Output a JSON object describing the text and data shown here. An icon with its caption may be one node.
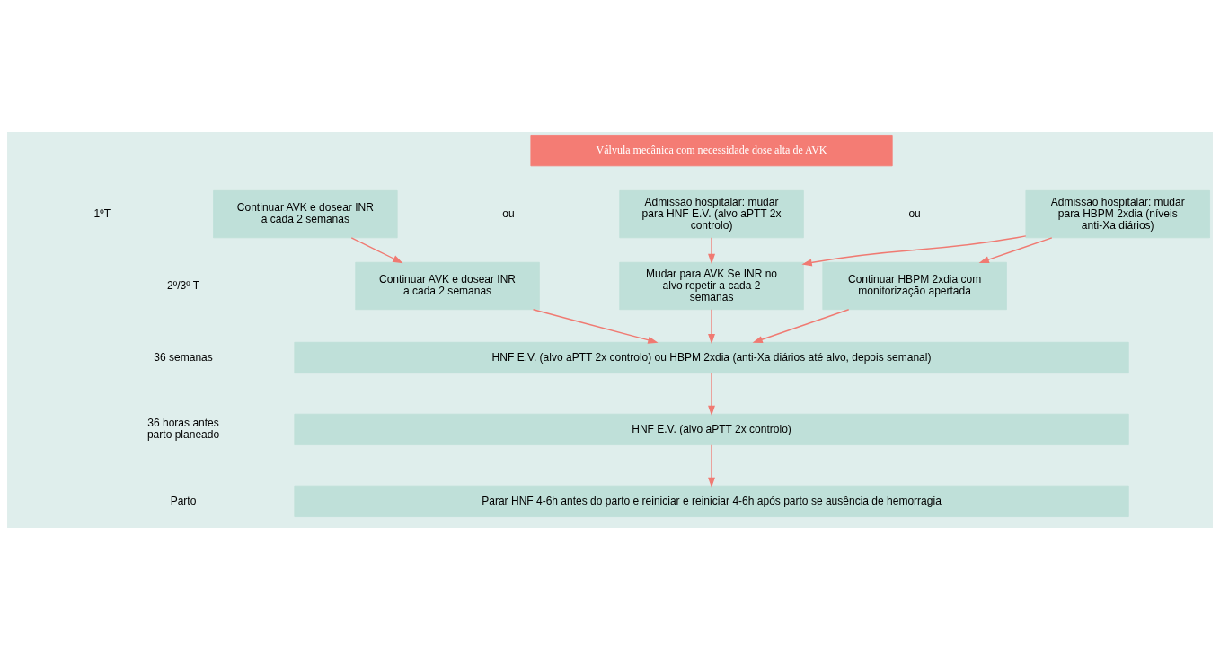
{
  "diagram": {
    "nodes": [
      {
        "text": [
          "Válvula mecânica com necessidade dose alta de AVK"
        ]
      },
      {
        "text": [
          "Continuar AVK e dosear INR a cada 2 semanas"
        ]
      },
      {
        "text": [
          "Admissão hospitalar: mudar para HNF E.V. (alvo aPTT 2x controlo)"
        ]
      },
      {
        "text": [
          "Admissão hospitalar: mudar para HBPM 2xdia (níveis anti-Xa diários)"
        ]
      },
      {
        "text": [
          "Continuar AVK e dosear INR a cada 2 semanas"
        ]
      },
      {
        "text": [
          "Mudar para AVK Se INR no alvo repetir a cada 2 semanas"
        ]
      },
      {
        "text": [
          "Continuar HBPM 2xdia com monitorização apertada"
        ]
      },
      {
        "text": [
          "HNF E.V. (alvo aPTT 2x controlo) ou HBPM 2xdia (anti-Xa diários até alvo, depois semanal)"
        ]
      },
      {
        "text": [
          "HNF E.V. (alvo aPTT 2x controlo)"
        ]
      },
      {
        "text": [
          "Parar HNF 4-6h antes do parto e reiniciar e reiniciar 4-6h após parto se ausência de hemorragia"
        ]
      }
    ],
    "edges": [
      {
        "from": 1,
        "to": 4,
        "arrow": "to"
      },
      {
        "from": 2,
        "to": 5,
        "arrow": "to"
      },
      {
        "from": 3,
        "to": 5,
        "arrow": "to"
      },
      {
        "from": 3,
        "to": 6,
        "arrow": "to"
      },
      {
        "from": 4,
        "to": 7,
        "arrow": "to"
      },
      {
        "from": 5,
        "to": 7,
        "arrow": "to"
      },
      {
        "from": 6,
        "to": 7,
        "arrow": "to"
      },
      {
        "from": 7,
        "to": 8,
        "arrow": "to"
      },
      {
        "from": 8,
        "to": 9,
        "arrow": "to"
      }
    ],
    "labels": [
      "1ºT",
      "ou",
      "ou",
      "2º/3º T",
      "36 semanas",
      "36 horas antes parto planeado",
      "Parto"
    ]
  }
}
